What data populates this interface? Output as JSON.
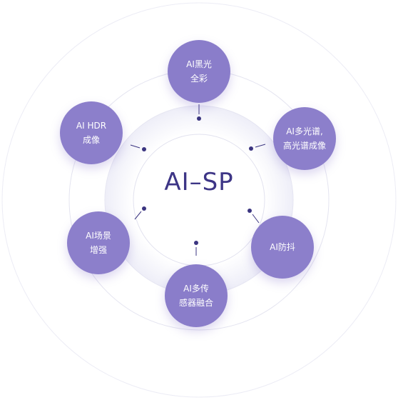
{
  "diagram": {
    "center_label": "AI–SP",
    "nodes": [
      {
        "id": "black-light",
        "lines": [
          "AI黑光",
          "全彩"
        ]
      },
      {
        "id": "multispectral",
        "lines": [
          "AI多光谱,",
          "高光谱成像"
        ]
      },
      {
        "id": "stabilization",
        "lines": [
          "AI防抖"
        ]
      },
      {
        "id": "sensor-fusion",
        "lines": [
          "AI多传",
          "感器融合"
        ]
      },
      {
        "id": "scene-enhance",
        "lines": [
          "AI场景",
          "增强"
        ]
      },
      {
        "id": "hdr",
        "lines": [
          "AI HDR",
          "成像"
        ]
      }
    ]
  },
  "colors": {
    "node_fill": "#8c7fcb",
    "center_text": "#3d3586",
    "connector_dot": "#3b3580",
    "ring_stroke": "#e2e2ef"
  }
}
